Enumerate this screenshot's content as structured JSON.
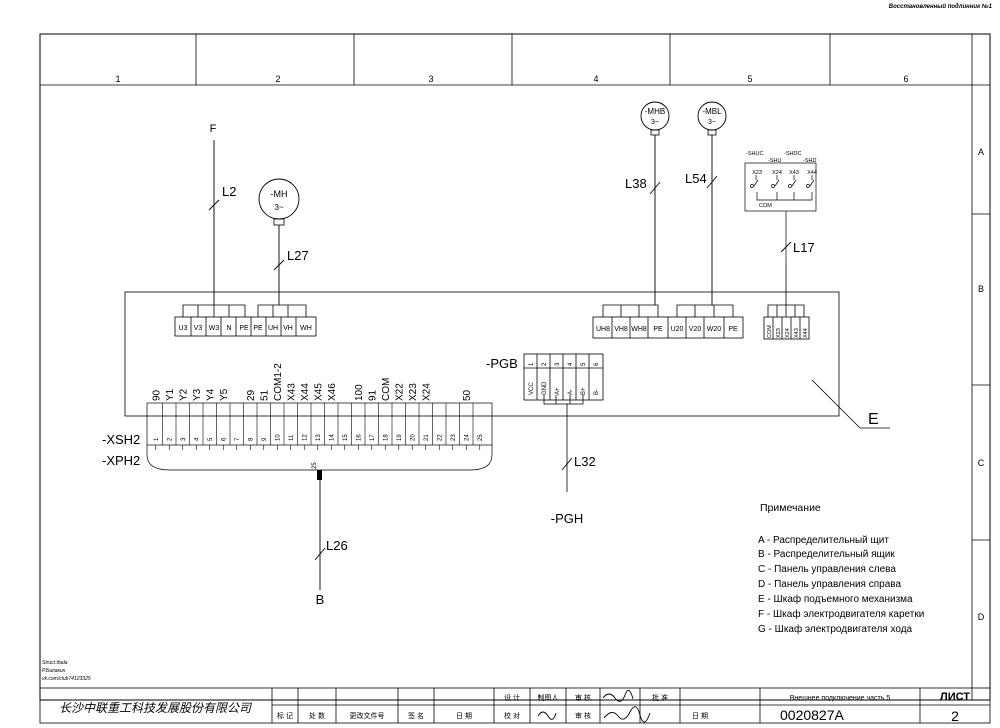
{
  "header_note": "Восстановленный подлинник №1",
  "columns": [
    "1",
    "2",
    "3",
    "4",
    "5",
    "6"
  ],
  "rows": [
    "A",
    "B",
    "C",
    "D"
  ],
  "labels": {
    "F": "F",
    "L2": "L2",
    "MH": "-MH",
    "MH_phase": "3~",
    "L27": "L27",
    "MHB": "-MHB",
    "MHB_phase": "3~",
    "MBL": "-MBL",
    "MBL_phase": "3~",
    "L38": "L38",
    "L54": "L54",
    "SHUC": "-SHUC",
    "SHDC": "-SHDC",
    "SHU": "-SHU",
    "SHD": "-SHD",
    "sw_com": "COM",
    "L17": "L17",
    "PGB": "-PGB",
    "E": "E",
    "XSH2": "-XSH2",
    "XPH2": "-XPH2",
    "L32": "L32",
    "PGH": "-PGH",
    "L26": "L26",
    "B": "B",
    "pin25": "25"
  },
  "terminals": {
    "left": [
      "U3",
      "V3",
      "W3",
      "N",
      "PE",
      "PE",
      "UH",
      "VH",
      "WH"
    ],
    "mid": [
      "UH8",
      "VH8",
      "WH8",
      "PE",
      "U20",
      "V20",
      "W20",
      "PE"
    ],
    "right": [
      "COM",
      "X23",
      "X24",
      "X43",
      "X44"
    ],
    "switch_top": [
      "X23",
      "X24",
      "X43",
      "X44"
    ]
  },
  "pgb": {
    "pins": [
      "1",
      "2",
      "3",
      "4",
      "5",
      "6"
    ],
    "signals": [
      "VCC",
      "GND",
      "A+",
      "A-",
      "B+",
      "B-"
    ]
  },
  "connector": {
    "pins": [
      "1",
      "2",
      "3",
      "4",
      "5",
      "6",
      "7",
      "8",
      "9",
      "10",
      "11",
      "12",
      "13",
      "14",
      "15",
      "16",
      "17",
      "18",
      "19",
      "20",
      "21",
      "22",
      "23",
      "24",
      "25"
    ],
    "signals": [
      "90",
      "Y1",
      "Y2",
      "Y3",
      "Y4",
      "Y5",
      "",
      "29",
      "51",
      "COM1-2",
      "X43",
      "X44",
      "X45",
      "X46",
      "",
      "100",
      "91",
      "COM",
      "X22",
      "X23",
      "X24",
      "",
      "",
      "50",
      ""
    ]
  },
  "notes": {
    "title": "Примечание",
    "items": [
      "A - Распределительный щит",
      "B - Распределительный ящик",
      "C - Панель управления слева",
      "D - Панель управления справа",
      "E - Шкаф подъемного механизма",
      "F - Шкаф электродвигателя каретки",
      "G - Шкаф электродвигателя хода"
    ]
  },
  "title_block": {
    "company": "长沙中联重工科技发展股份有限公司",
    "drawing_title": "Внешнее подключение часть 5",
    "sheet_label": "ЛИСТ",
    "drawing_number": "0020827A",
    "sheet_number": "2",
    "cells_row1": [
      "设 计",
      "制图人",
      "审 核",
      "",
      "批 准"
    ],
    "cells_row2": [
      "标 记",
      "处 数",
      "更改文件号",
      "签 名",
      "日 期",
      "校 对",
      "",
      "审 核",
      "",
      "日 期"
    ]
  },
  "signature_stamp": [
    "Struct.tfada",
    "Р.Балакин",
    "vk.com/club74123325"
  ]
}
